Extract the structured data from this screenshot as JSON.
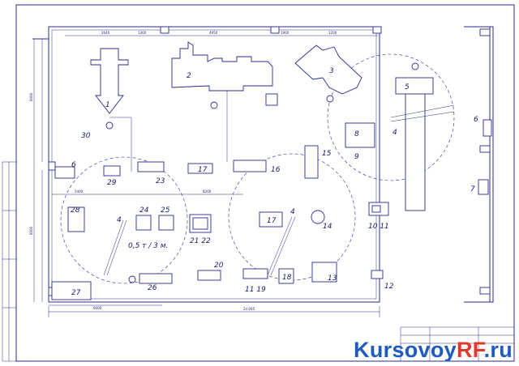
{
  "watermark": {
    "prefix": "Kursovoy",
    "accent": "RF",
    "suffix": ".ru"
  },
  "equipment_labels": [
    "1",
    "2",
    "3",
    "4",
    "5",
    "6",
    "7",
    "8",
    "9",
    "10 11",
    "11 19",
    "12",
    "13",
    "14",
    "15",
    "16",
    "17",
    "17",
    "18",
    "20",
    "21 22",
    "23",
    "24",
    "25",
    "26",
    "27",
    "28",
    "29",
    "30",
    "4",
    "4",
    "6",
    "4"
  ],
  "area_note": "0,5 т / 3 м.",
  "dimensions": {
    "total_length": "24 000",
    "left_span": "6000",
    "top_1": "2640",
    "top_2": "1300",
    "top_3": "4950",
    "top_4": "1900",
    "top_5": "1200",
    "side_1": "6000",
    "side_2": "6000",
    "mid": "5400",
    "mid_2": "8200"
  },
  "colors": {
    "line": "#2b2b8f",
    "label": "#1a1a66",
    "watermark_blue": "#1e5bbf",
    "watermark_red": "#e03a2f"
  }
}
